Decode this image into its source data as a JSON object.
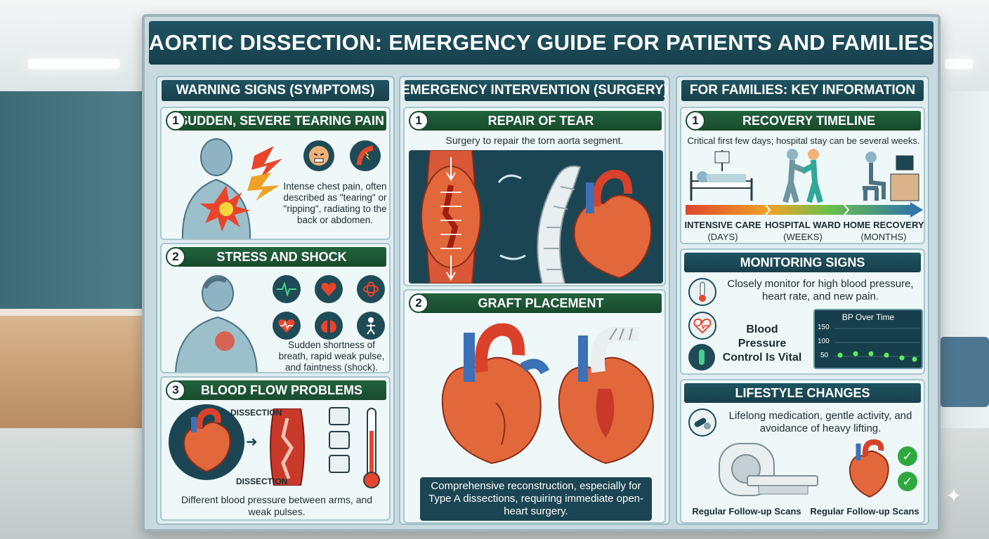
{
  "title": "AORTIC DISSECTION: EMERGENCY GUIDE FOR PATIENTS AND FAMILIES",
  "columns": {
    "symptoms": {
      "title": "WARNING SIGNS (SYMPTOMS)",
      "panels": [
        {
          "num": "1",
          "heading": "SUDDEN, SEVERE TEARING PAIN",
          "text": "Intense chest pain, often described as \"tearing\" or \"ripping\", radiating to the back or abdomen."
        },
        {
          "num": "2",
          "heading": "STRESS AND SHOCK",
          "text": "Sudden shortness of breath, rapid weak pulse, and faintness (shock)."
        },
        {
          "num": "3",
          "heading": "BLOOD FLOW PROBLEMS",
          "text": "Different blood pressure between arms, and weak pulses.",
          "label_top": "DISSECTION",
          "label_bottom": "DISSECTION"
        }
      ]
    },
    "surgery": {
      "title": "EMERGENCY INTERVENTION (SURGERY)",
      "panels": [
        {
          "num": "1",
          "heading": "REPAIR OF TEAR",
          "text": "Surgery to repair the torn aorta segment."
        },
        {
          "num": "2",
          "heading": "GRAFT PLACEMENT",
          "text": "Comprehensive reconstruction, especially for Type A dissections, requiring immediate open-heart surgery."
        }
      ]
    },
    "families": {
      "title": "FOR FAMILIES: KEY INFORMATION",
      "recovery": {
        "num": "1",
        "heading": "RECOVERY TIMELINE",
        "text": "Critical first few days; hospital stay can be several weeks.",
        "stages": [
          {
            "name": "INTENSIVE CARE",
            "duration": "(DAYS)"
          },
          {
            "name": "HOSPITAL WARD",
            "duration": "(WEEKS)"
          },
          {
            "name": "HOME RECOVERY",
            "duration": "(MONTHS)"
          }
        ]
      },
      "monitoring": {
        "heading": "MONITORING SIGNS",
        "text": "Closely monitor for high blood pressure, heart rate, and new pain.",
        "callout": "Blood Pressure Control Is Vital",
        "chart_title": "BP Over Time",
        "ticks": [
          "150",
          "100",
          "50"
        ]
      },
      "lifestyle": {
        "heading": "LIFESTYLE CHANGES",
        "text": "Lifelong medication, gentle activity, and avoidance of heavy lifting.",
        "caption_left": "Regular Follow-up Scans",
        "caption_right": "Regular Follow-up Scans"
      }
    }
  },
  "colors": {
    "header": "#1b4a57",
    "panel_bar": "#1e5a38",
    "accent_red": "#d9412b",
    "check": "#2ea83f"
  }
}
